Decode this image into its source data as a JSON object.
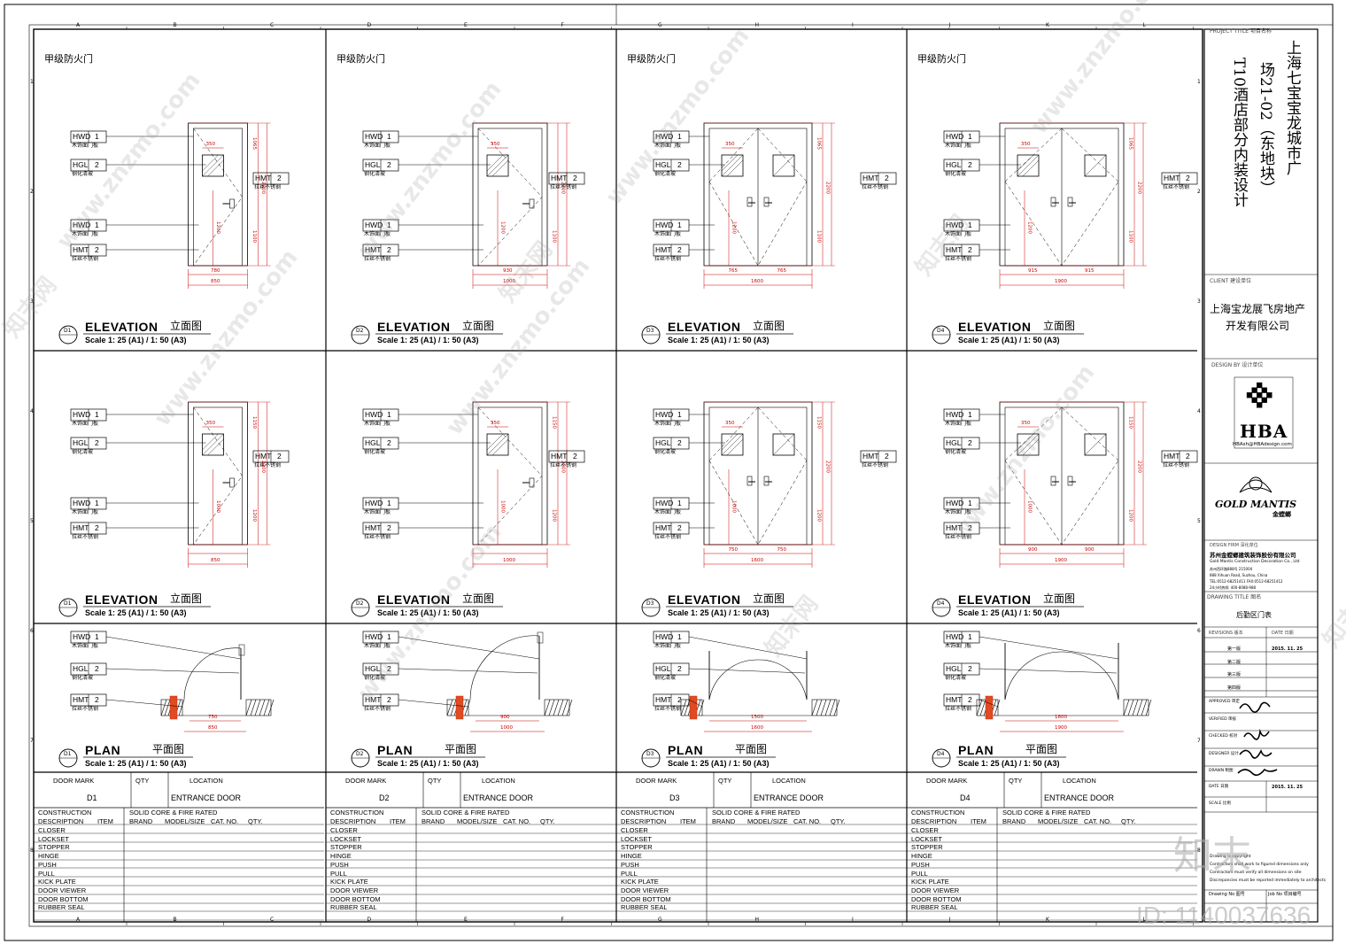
{
  "sheet": {
    "grid_letters": [
      "A",
      "B",
      "C",
      "D",
      "E",
      "F",
      "G",
      "H",
      "I",
      "J",
      "K",
      "L"
    ],
    "grid_numbers": [
      "1",
      "2",
      "3",
      "4",
      "5",
      "6",
      "7",
      "8"
    ],
    "panel_tag": "甲级防火门"
  },
  "tags": {
    "hwd": "HWD",
    "hgl": "HGL",
    "hmt": "HMT",
    "n1": "1",
    "n2": "2",
    "hwd_desc": "木饰面门板",
    "hgl_desc": "钢化清玻",
    "hmt_desc": "拉丝不锈钢"
  },
  "views": {
    "elevation": "ELEVATION",
    "elevation_cn": "立面图",
    "plan": "PLAN",
    "plan_cn": "平面图",
    "scale": "Scale 1: 25 (A1) / 1: 50 (A3)"
  },
  "doors": [
    {
      "mark": "D1",
      "type": "single",
      "elev1_dims": {
        "bottom": [
          "780",
          "850"
        ],
        "window": "350",
        "height": "2200",
        "top": "1065",
        "lower": "1100",
        "handle": "1200"
      },
      "elev2_dims": {
        "bottom": [
          "850"
        ],
        "window": "350",
        "height": "2200",
        "top": "1150",
        "lower": "1200",
        "handle": "1000"
      },
      "plan_dims": [
        "750",
        "850"
      ]
    },
    {
      "mark": "D2",
      "type": "single",
      "elev1_dims": {
        "bottom": [
          "930",
          "1000"
        ],
        "window": "350",
        "height": "2200",
        "top": "",
        "lower": "1100",
        "handle": "1200"
      },
      "elev2_dims": {
        "bottom": [
          "1000"
        ],
        "window": "350",
        "height": "2200",
        "top": "1150",
        "lower": "1200",
        "handle": "1000"
      },
      "plan_dims": [
        "900",
        "1000"
      ]
    },
    {
      "mark": "D3",
      "type": "double",
      "elev1_dims": {
        "bottom": [
          "765",
          "765",
          "1600"
        ],
        "window": "350",
        "height": "2200",
        "top": "1065",
        "lower": "1100",
        "handle": "1200"
      },
      "elev2_dims": {
        "bottom": [
          "750",
          "750",
          "1600"
        ],
        "window": "350",
        "height": "2200",
        "top": "1150",
        "lower": "1200",
        "handle": "1000"
      },
      "plan_dims": [
        "1500",
        "1600"
      ]
    },
    {
      "mark": "D4",
      "type": "double",
      "elev1_dims": {
        "bottom": [
          "915",
          "915",
          "1900"
        ],
        "window": "350",
        "height": "2200",
        "top": "1065",
        "lower": "1100",
        "handle": "1200"
      },
      "elev2_dims": {
        "bottom": [
          "900",
          "900",
          "1900"
        ],
        "window": "350",
        "height": "2200",
        "top": "1150",
        "lower": "1200",
        "handle": "1000"
      },
      "plan_dims": [
        "1800",
        "1900"
      ]
    }
  ],
  "schedule": {
    "h_door_mark": "DOOR MARK",
    "h_qty": "QTY",
    "h_location": "LOCATION",
    "location": "ENTRANCE DOOR",
    "construction": "CONSTRUCTION",
    "construction_val": "SOLID CORE & FIRE RATED",
    "description": "DESCRIPTION",
    "item": "ITEM",
    "brand": "BRAND",
    "model": "MODEL/SIZE",
    "catno": "CAT. NO.",
    "qty": "QTY.",
    "rows": [
      "CLOSER",
      "LOCKSET",
      "STOPPER",
      "HINGE",
      "PUSH",
      "PULL",
      "KICK PLATE",
      "DOOR VIEWER",
      "DOOR BOTTOM",
      "RUBBER SEAL"
    ]
  },
  "titleblock": {
    "project_title_label": "PROJECT TITLE  项目名称",
    "project_lines": [
      "上海七宝宝龙城市广",
      "场21-02（东地块）",
      "T10酒店部分内装设计"
    ],
    "client_label": "CLIENT  建设单位",
    "client_lines": [
      "上海宝龙展飞房地产",
      "开发有限公司"
    ],
    "design_by_label": "DESIGN BY  设计单位",
    "hba": "HBA",
    "hba_email": "HBAsh@HBAdesign.com",
    "goldmantis": "GOLD MANTIS",
    "goldmantis_cn": "金螳螂",
    "design_firm_label": "DESIGN FIRM  深化单位",
    "firm_cn": "苏州金螳螂建筑装饰股份有限公司",
    "firm_en": "Gold Mantis Construction Decoration Co., Ltd",
    "firm_addr": [
      "苏州西环路888号  215004",
      "888 Xihuan Road, Suzhou, China",
      "TEL:0512-68251411  FAX:0512-68251412",
      "24小时热线: 400-8088-988"
    ],
    "drawing_title_label": "DRAWING TITLE  图名",
    "drawing_title": "后勤区门表",
    "revisions_label": "REVISIONS  版本",
    "date_label": "DATE  日期",
    "revisions": [
      {
        "rev": "第一版",
        "date": "2015. 11. 25"
      },
      {
        "rev": "第二版",
        "date": ""
      },
      {
        "rev": "第三版",
        "date": ""
      },
      {
        "rev": "第四版",
        "date": ""
      }
    ],
    "approved": "APPROVED  审定",
    "verified": "VERIFIED  审核",
    "checked": "CHECKED  校对",
    "designer": "DESIGNER  设计",
    "drawn": "DRAWN  制图",
    "date2_label": "DATE  日期",
    "date2": "2015. 11. 25",
    "scale_label": "SCALE  比例",
    "notes": [
      "Drawing is copyright",
      "Contractors shall work to figured dimensions only",
      "Contractors must verify all dimensions on site",
      "Discrepancies must be reported immediately to architects"
    ],
    "drawing_no_label": "Drawing No  图号",
    "job_no_label": "Job No  项目编号"
  },
  "watermark": {
    "site": "www.znzmo.com",
    "brand": "知末网",
    "logo": "知末",
    "id": "ID: 1140037636"
  }
}
